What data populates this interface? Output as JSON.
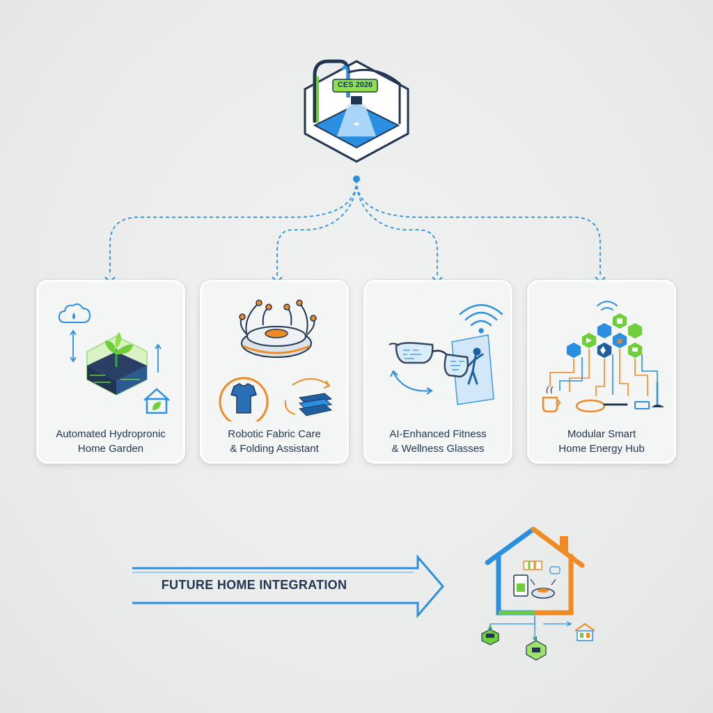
{
  "event": {
    "badge": "CES 2026"
  },
  "cards": [
    {
      "id": "hydroponic",
      "label": "Automated Hydropronic\nHome Garden",
      "icon": "hydroponic-garden-icon"
    },
    {
      "id": "fabric",
      "label": "Robotic Fabric Care\n& Folding Assistant",
      "icon": "folding-robot-icon"
    },
    {
      "id": "glasses",
      "label": "AI-Enhanced Fitness\n& Wellness Glasses",
      "icon": "smart-glasses-icon"
    },
    {
      "id": "energy",
      "label": "Modular Smart\nHome Energy Hub",
      "icon": "energy-hub-icon"
    }
  ],
  "integration": {
    "label": "FUTURE HOME INTEGRATION",
    "icon": "smart-house-icon"
  },
  "colors": {
    "blue": "#2a8fe0",
    "green": "#6fcf3a",
    "orange": "#f08a24",
    "navy": "#1f3552"
  }
}
